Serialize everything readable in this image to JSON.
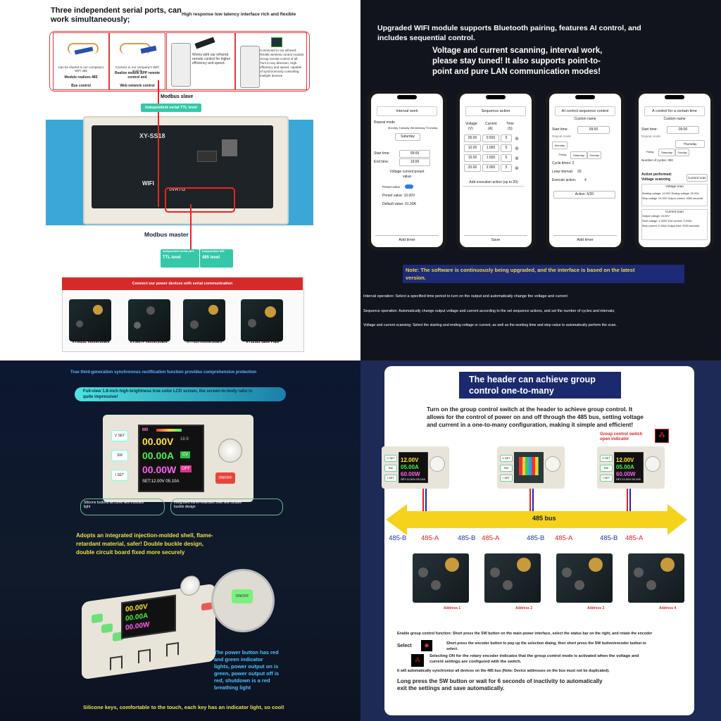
{
  "q1": {
    "title_line1": "Three independent serial ports, can",
    "title_line2": "work simultaneously;",
    "subtitle": "High response low latency interface rich and flexible",
    "cards": [
      {
        "cap": "Can be shared to our company's WiFi 485",
        "name1": "Module realizes 485",
        "name2": "Bus control"
      },
      {
        "cap": "Connect to our company's WiFi module",
        "name1": "Realize mobile APP remote control and",
        "name2": "Web network control"
      },
      {
        "cap": "Works with our infrared remote control for higher efficiency and speed.",
        "name1": "",
        "name2": ""
      },
      {
        "cap": "Connected to our infrared; RS485 wireless control module; Group remote control of all; Turn in any direction; High efficiency and speed, capable of synchronously controlling multiple devices",
        "name1": "",
        "name2": ""
      }
    ],
    "modbus_slave": "Modbus slave",
    "ttl_box": "Independent serial TTL level",
    "modbus_master": "Modbus master",
    "lvl_left_small": "Independent serial port",
    "lvl_left": "TTL level",
    "lvl_right_small": "Independent 485",
    "lvl_right": "485 level",
    "red_banner": "Connect our power devices with serial communication",
    "boards": [
      "XY6020L motherboard",
      "XY3607F motherboard",
      "XY7025 motherboard",
      "XY12522 Base Plate"
    ],
    "pcb_texts": {
      "brand": "XY-SS18",
      "wifi": "WIFI",
      "port": "5VRTG",
      "cn": "TTL"
    }
  },
  "q2": {
    "head1": "Upgraded WIFI module supports Bluetooth pairing, features AI control, and",
    "head2": "includes sequential control.",
    "sub1": "Voltage and current scanning, interval work,",
    "sub2": "please stay tuned! It also supports point-to-",
    "sub3": "point and pure LAN communication modes!",
    "phones": [
      {
        "title": "Interval work",
        "btn": "Add timer"
      },
      {
        "title": "Sequence action",
        "btn": "Save"
      },
      {
        "title": "AI control sequence control",
        "btn": "Add timer"
      },
      {
        "title": "A control for a certain time",
        "btn": ""
      }
    ],
    "p1": {
      "repeat": "Repeat mode",
      "days": "Monday Tuesday Wednesday Thursday",
      "sat": "Saturday",
      "start_l": "Start time:",
      "start_v": "09:00",
      "end_l": "End time:",
      "end_v": "19:00",
      "vcp": "Voltage current preset",
      "vcp2": "value",
      "preset": "Preset value",
      "pv": "Preset value: 10.00V",
      "dv": "Default value: 01.00A"
    },
    "p2": {
      "c1": "Voltage",
      "c2": "Current",
      "c3": "Time",
      "u1": "(V)",
      "u2": "(A)",
      "u3": "(S)",
      "rows": [
        [
          "05.00",
          "0.500",
          "5"
        ],
        [
          "10.00",
          "1.000",
          "5"
        ],
        [
          "15.00",
          "1.500",
          "5"
        ],
        [
          "20.00",
          "2.000",
          "5"
        ]
      ],
      "add": "Add execution action (up to 20)"
    },
    "p3": {
      "custom": "Custom name",
      "start_l": "Start time:",
      "start_v": "09:00",
      "repeat": "Repeat mode",
      "mon": "Monday",
      "fri": "Friday",
      "sat": "Saturday",
      "sun": "Sunday",
      "cyc": "Cycle times: 2",
      "loop": "Loop interval:",
      "loop_v": "20",
      "exec": "Execute action:",
      "exec_v": "4",
      "act": "Action: 5/20"
    },
    "p4": {
      "custom": "Custom name",
      "start_l": "Start time:",
      "start_v": "09:00",
      "repeat": "Repeat mode",
      "thu": "Thursday",
      "fri": "Friday",
      "sat": "Saturday",
      "sun": "Sunday",
      "cyc": "Number of cycles: 300",
      "act": "Action performed:",
      "vs": "Voltage scanning",
      "cs": "Current scan",
      "vscan": "Voltage scan",
      "vs1": "Starting voltage: 10.00V  Ending voltage: 20.00V",
      "vs2": "Step voltage: 01.00V  Output current: 0050 seconds",
      "cscan": "Current scan",
      "cs0": "Output voltage: 24.00V",
      "cs1": "Start voltage: 1.000V  End current: 2.000A",
      "cs2": "Step current: 0.100A  Output time: 0050 seconds"
    },
    "note1": "Note: The software is continuously being upgraded, and the interface is based on the latest",
    "note2": "version.",
    "line1": "Interval operation: Select a specified time period to turn on the output and automatically change the voltage and current",
    "line2": "Sequence operation: Automatically change output voltage and current according to the set sequence actions, and set the number of cycles and intervals;",
    "line3": "Voltage and current scanning: Select the starting and ending voltage or current, as well as the working time and step value to automatically perform the scan."
  },
  "q3": {
    "top": "True third-generation synchronous rectification function provides comprehensive protection",
    "banner1": "Full-view 1.8-inch high-brightness true color LCD screen, the screen-to-body ratio is",
    "banner2": "quite impressive!",
    "keys": [
      "V SET",
      "SW",
      "I SET"
    ],
    "onoff": "ON/OFF",
    "lcd": {
      "m": "M0",
      "v": "00.00V",
      "a": "00.00A",
      "w": "00.00W",
      "cv": "CV",
      "off": "OFF",
      "in": "18.9",
      "set": "SET:12.00V 05.10A"
    },
    "c_left1": "Silicone buttons all come with indicator",
    "c_left2": "light",
    "c_right1": "Integrated flame-retardant shell with double",
    "c_right2": "buckle design",
    "p1": "Adopts an integrated injection-molded shell, flame-",
    "p2": "retardant material, safer! Double buckle design,",
    "p3": "double circuit board fixed more securely",
    "r1": "The power button has red",
    "r2": "and green indicator",
    "r3": "lights, power output on is",
    "r4": "green, power output off is",
    "r5": "red, shutdown is a red",
    "r6": "breathing light",
    "onoff_zoom": "ON/OFF",
    "bottom": "Silicone keys, comfortable to the touch, each key has an indicator light, so cool!",
    "lcd2": {
      "v": "00.00V",
      "a": "00.00A",
      "w": "00.00W"
    }
  },
  "q4": {
    "title1": "The header can achieve group",
    "title2": "control one-to-many",
    "intro1": "Turn on the group control switch at the header to achieve group control. It",
    "intro2": "allows for the control of power on and off through the 485 bus, setting voltage",
    "intro3": "and current in a one-to-many configuration, making it simple and efficient!",
    "gc1": "Group control switch",
    "gc2": "open indicator",
    "bus": "485 bus",
    "labels": [
      "485-B",
      "485-A",
      "485-B",
      "485-A",
      "485-B",
      "485-A",
      "485-B",
      "485-A"
    ],
    "addr": [
      "Address 1",
      "Address 2",
      "Address 3",
      "Address 4"
    ],
    "lcd": {
      "v": "12.00V",
      "a": "05.00A",
      "w": "60.00W",
      "set": "SET:12.00V 05.10A",
      "cv": "CV",
      "on": "ON"
    },
    "keys": [
      "V SET",
      "SW",
      "I SET"
    ],
    "en1": "Enable group control function: Short press the SW button on the main power interface, select the status bar on the right, and rotate the encoder",
    "select": "Select",
    "sel1": "Short press the encoder button to pop up the selection dialog, then short press the SW button/encoder button to",
    "sel2": "select.",
    "on1": "Selecting ON for the rotary encoder indicates that the group control mode is activated when the voltage and",
    "on2": "current settings are configured with the switch.",
    "sync": "It will automatically synchronize all devices on the 485 bus (Note: Device addresses on the bus must not be duplicated).",
    "long1": "Long press the SW button or wait for 6 seconds of inactivity to automatically",
    "long2": "exit the settings and save automatically."
  }
}
